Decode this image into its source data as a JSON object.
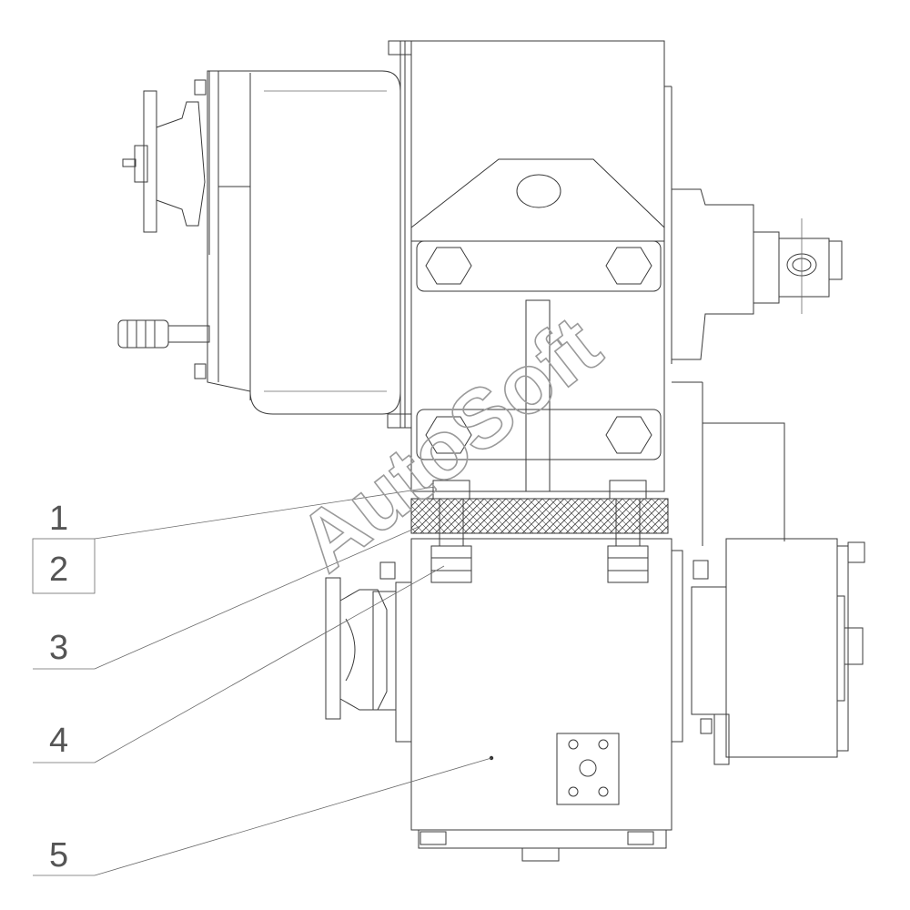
{
  "watermark": "AutoSoft",
  "callouts": [
    {
      "label": "1"
    },
    {
      "label": "2"
    },
    {
      "label": "3"
    },
    {
      "label": "4"
    },
    {
      "label": "5"
    }
  ],
  "colors": {
    "line": "#3a3a3a",
    "watermark": "#9a9a9a"
  }
}
